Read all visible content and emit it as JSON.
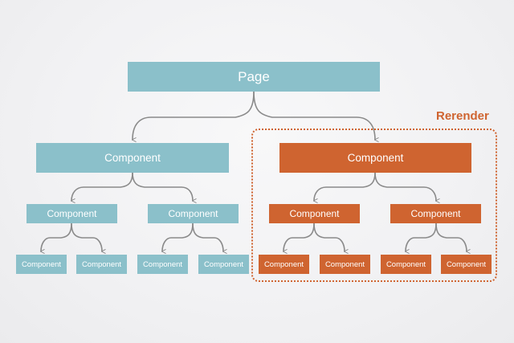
{
  "diagram": {
    "root": {
      "label": "Page"
    },
    "left_branch": {
      "component": {
        "label": "Component"
      },
      "children": [
        {
          "label": "Component",
          "children": [
            {
              "label": "Component"
            },
            {
              "label": "Component"
            }
          ]
        },
        {
          "label": "Component",
          "children": [
            {
              "label": "Component"
            },
            {
              "label": "Component"
            }
          ]
        }
      ]
    },
    "right_branch": {
      "component": {
        "label": "Component"
      },
      "children": [
        {
          "label": "Component",
          "children": [
            {
              "label": "Component"
            },
            {
              "label": "Component"
            }
          ]
        },
        {
          "label": "Component",
          "children": [
            {
              "label": "Component"
            },
            {
              "label": "Component"
            }
          ]
        }
      ]
    },
    "rerender_label": "Rerender"
  },
  "colors": {
    "teal": "#8bc0ca",
    "orange": "#cf6430",
    "connector": "#8a8a8a",
    "background": "#f3f3f5"
  }
}
